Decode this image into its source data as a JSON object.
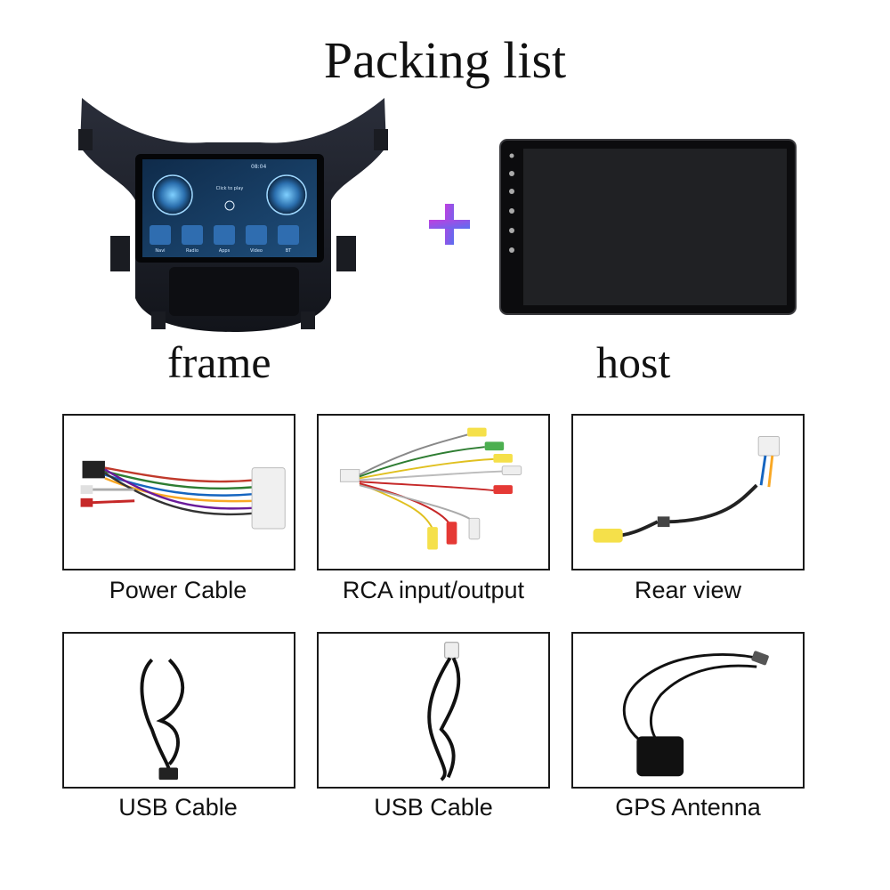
{
  "title": "Packing list",
  "main_items": [
    {
      "label": "frame",
      "icon": "car-frame-with-radio-icon"
    },
    {
      "label": "host",
      "icon": "tablet-head-unit-icon"
    }
  ],
  "plus_icon": "plus-icon",
  "accessories": [
    {
      "label": "Power Cable",
      "icon": "power-harness-icon"
    },
    {
      "label": "RCA input/output",
      "icon": "rca-cable-icon"
    },
    {
      "label": "Rear view",
      "icon": "rear-camera-cable-icon"
    },
    {
      "label": "USB Cable",
      "icon": "usb-cable-icon"
    },
    {
      "label": "USB Cable",
      "icon": "usb-cable-icon"
    },
    {
      "label": "GPS Antenna",
      "icon": "gps-antenna-icon"
    }
  ],
  "screen": {
    "time": "08:04",
    "play_hint": "Click to play",
    "apps": [
      "Navi",
      "Radio",
      "Apps",
      "Video",
      "BT"
    ]
  },
  "colors": {
    "plus_gradient_start": "#c040e0",
    "plus_gradient_end": "#5a6ef0"
  }
}
